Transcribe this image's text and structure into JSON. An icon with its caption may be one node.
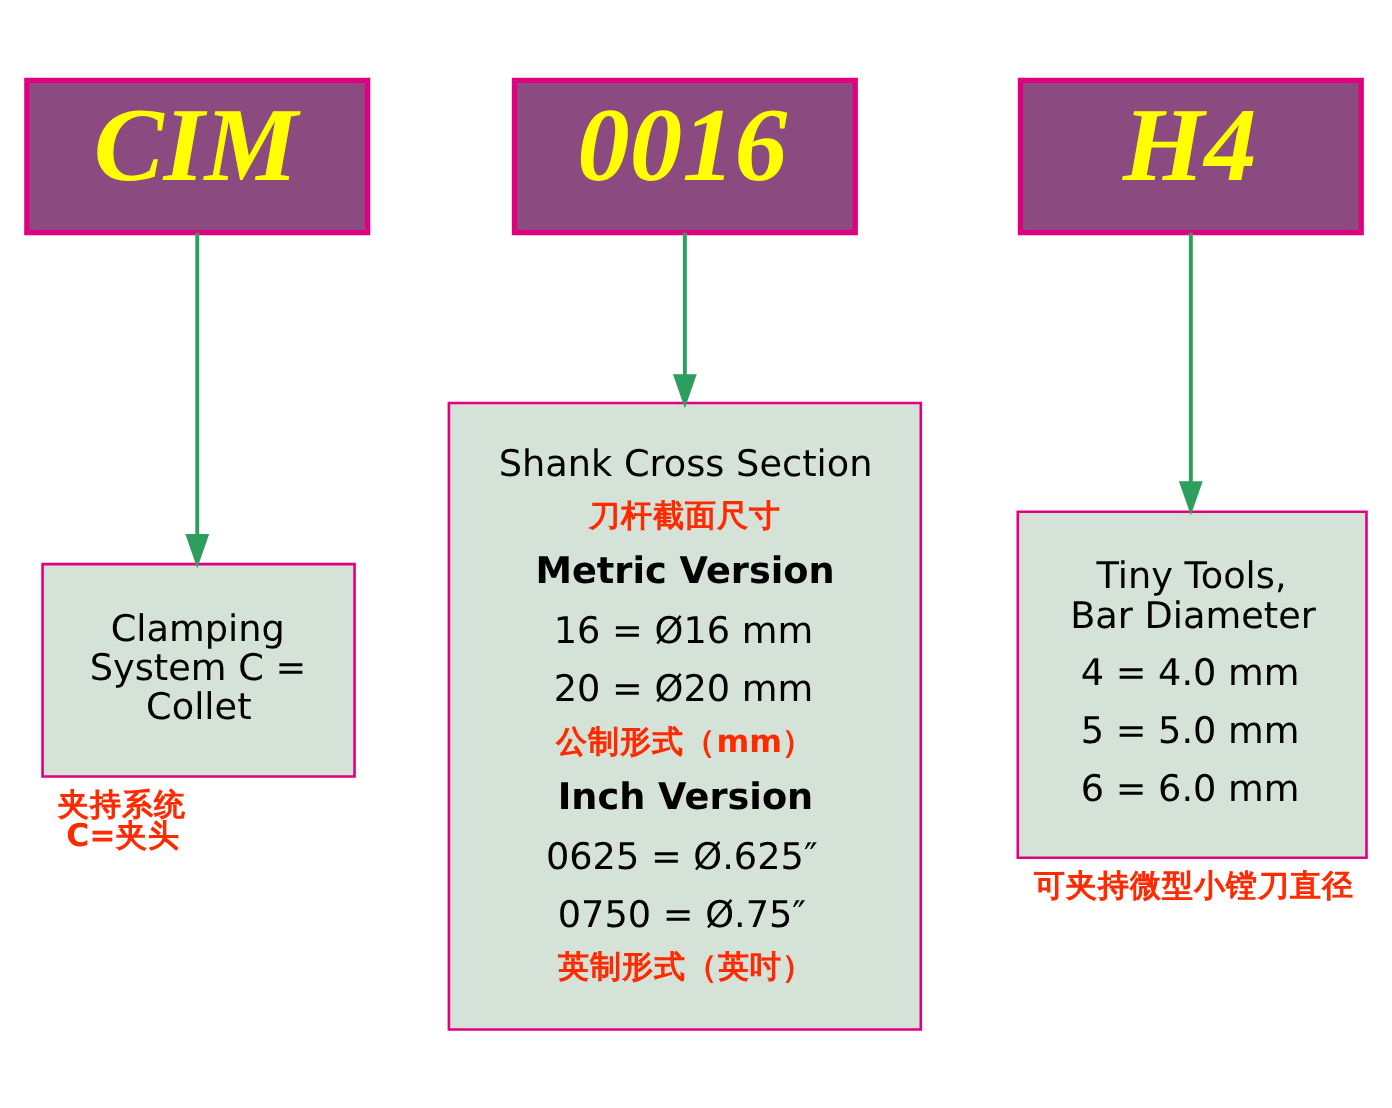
{
  "diagram": {
    "nodes": [
      {
        "text": [
          "CIM"
        ]
      },
      {
        "text": [
          "0016"
        ]
      },
      {
        "text": [
          "H4"
        ]
      },
      {
        "text": [
          "Clamping System C = Collet"
        ],
        "beside": [
          "夹持系统",
          "C=夹头"
        ]
      },
      {
        "text": [
          "Shank Cross Section",
          "刀杆截面尺寸",
          "Metric Version",
          "16 = Ø16 mm",
          "20 = Ø20 mm",
          "公制形式（mm）",
          "Inch Version",
          "0625 = Ø.625″",
          "0750 = Ø.75″",
          "英制形式（英吋）"
        ]
      },
      {
        "text": [
          "Tiny Tools, Bar Diameter",
          "4 = 4.0 mm",
          "5 = 5.0 mm",
          "6 = 6.0 mm"
        ],
        "beside": [
          "可夹持微型小镗刀直径"
        ]
      }
    ],
    "edges": [
      {
        "from": 0,
        "to": 3,
        "arrow": "to"
      },
      {
        "from": 1,
        "to": 4,
        "arrow": "to"
      },
      {
        "from": 2,
        "to": 5,
        "arrow": "to"
      }
    ]
  }
}
